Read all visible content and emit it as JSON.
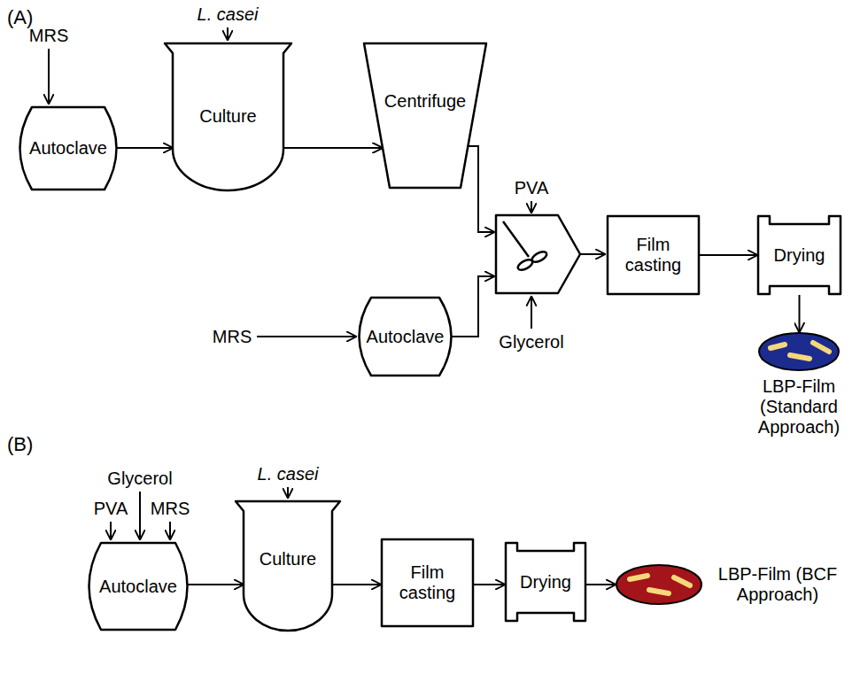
{
  "diagram": {
    "nodes": [
      {
        "text": [
          "Autoclave"
        ]
      },
      {
        "text": [
          "Culture"
        ]
      },
      {
        "text": [
          "Centrifuge"
        ]
      },
      {
        "text": [
          "Film casting"
        ]
      },
      {
        "text": [
          "Drying"
        ]
      },
      {
        "text": [
          "LBP-Film (Standard Approach)"
        ]
      },
      {
        "text": [
          "Autoclave"
        ]
      },
      {
        "text": [
          "Autoclave"
        ]
      },
      {
        "text": [
          "Culture"
        ]
      },
      {
        "text": [
          "Film casting"
        ]
      },
      {
        "text": [
          "Drying"
        ]
      },
      {
        "text": [
          "LBP-Film (BCF Approach)"
        ]
      }
    ],
    "edges": [
      {
        "from": 0,
        "to": 1,
        "arrow": "to"
      },
      {
        "from": 1,
        "to": 2,
        "arrow": "to"
      },
      {
        "from": 3,
        "to": 4,
        "arrow": "to"
      },
      {
        "from": 4,
        "to": 5,
        "arrow": "to"
      },
      {
        "from": 7,
        "to": 8,
        "arrow": "to"
      },
      {
        "from": 8,
        "to": 9,
        "arrow": "to"
      },
      {
        "from": 9,
        "to": 10,
        "arrow": "to"
      },
      {
        "from": 10,
        "to": 11,
        "arrow": "to"
      }
    ],
    "labels": [
      "(A)",
      "MRS",
      "L. casei",
      "PVA",
      "Glycerol",
      "MRS",
      "(B)",
      "Glycerol",
      "PVA",
      "MRS",
      "L. casei"
    ]
  }
}
